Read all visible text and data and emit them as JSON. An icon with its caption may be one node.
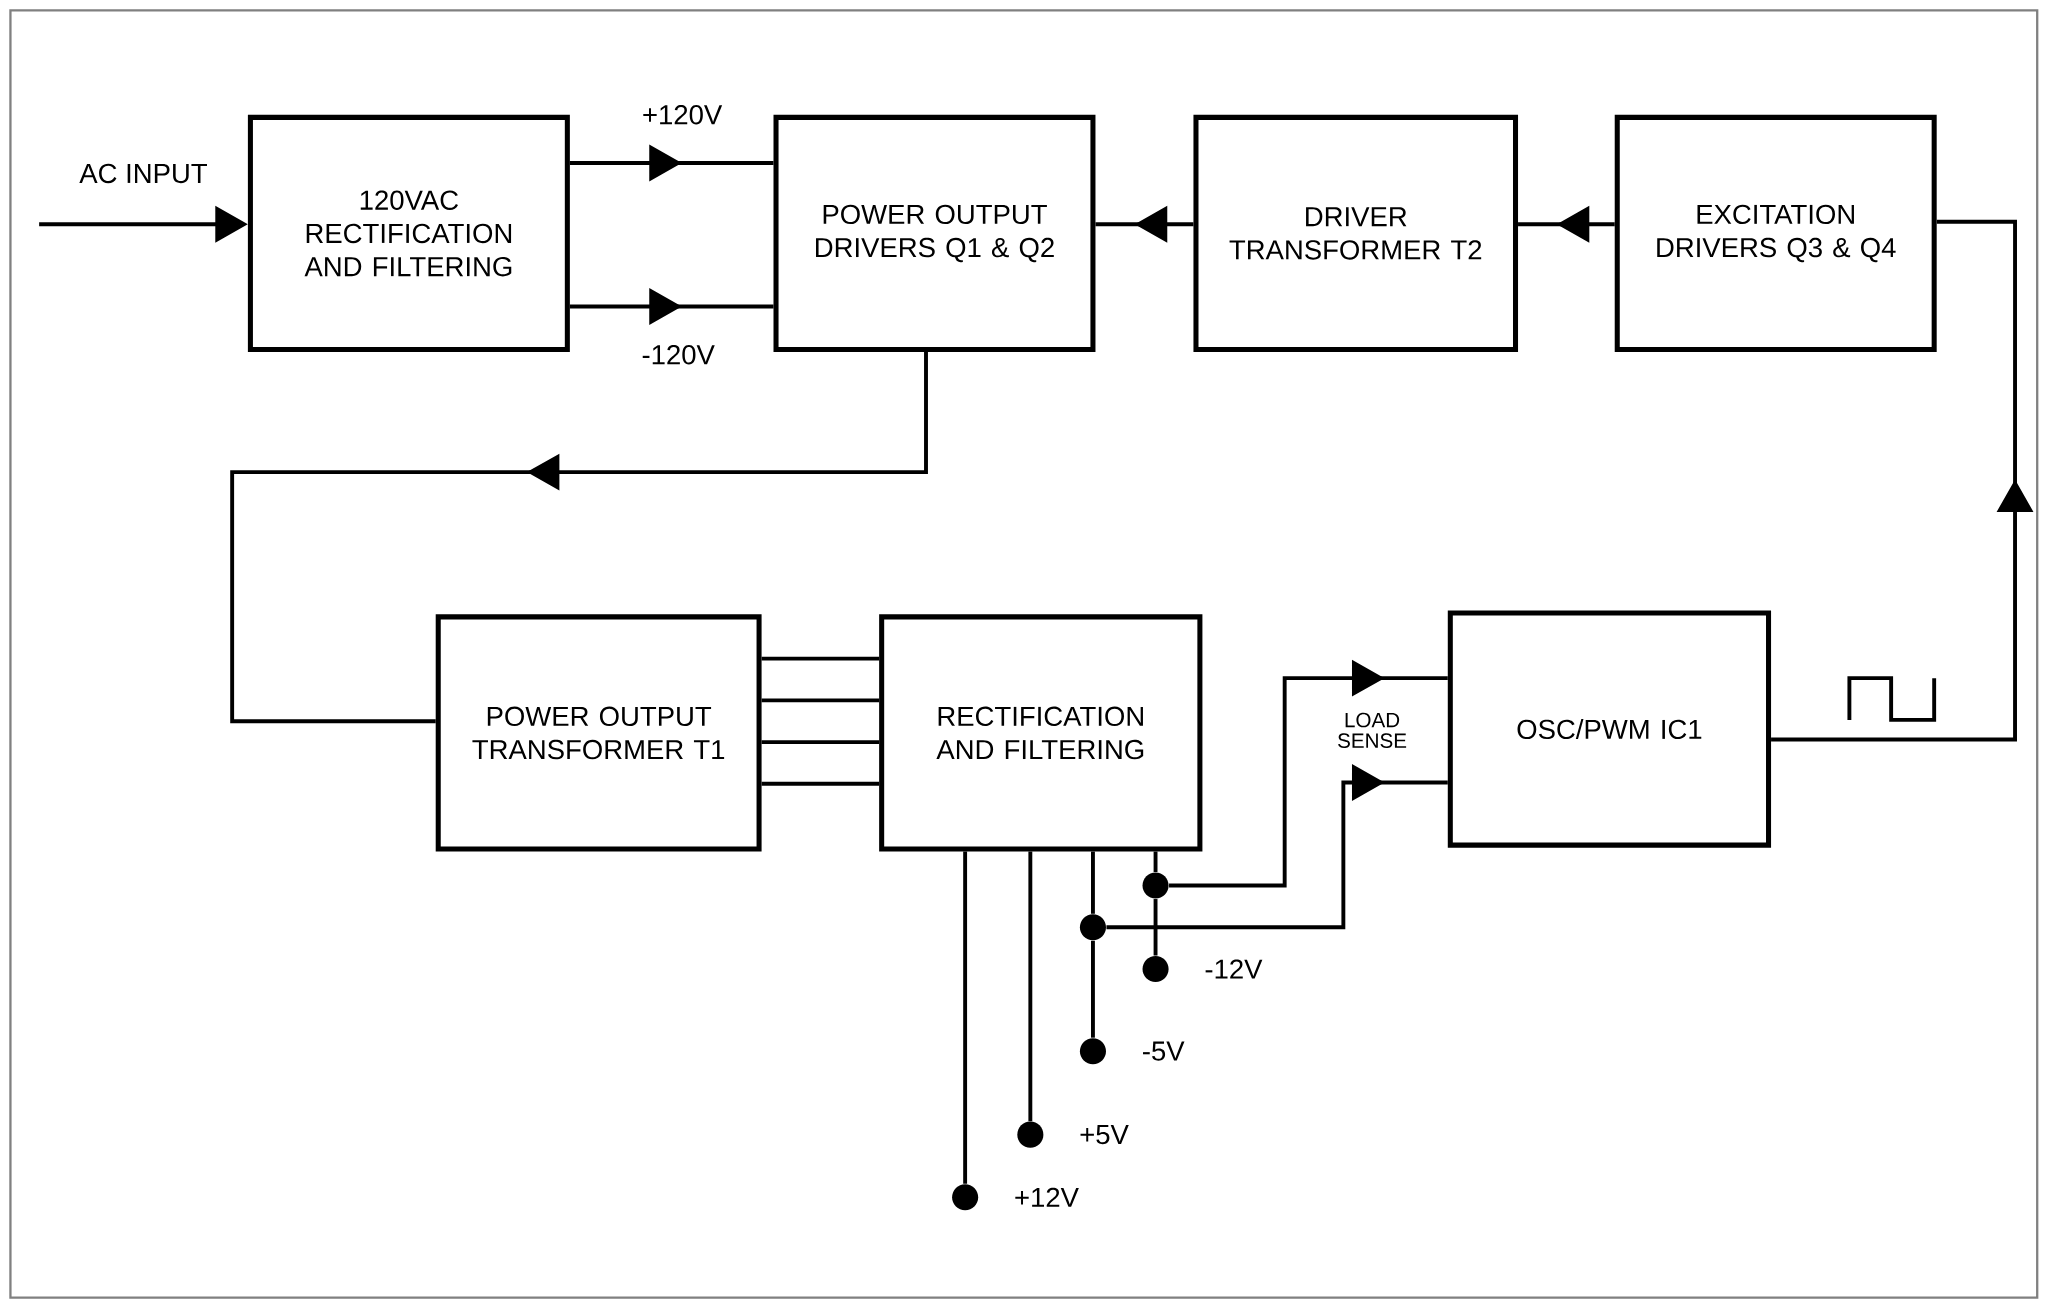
{
  "diagram": {
    "nodes": [
      {
        "text": [
          "120VAC RECTIFICATION AND FILTERING"
        ]
      },
      {
        "text": [
          "POWER OUTPUT DRIVERS Q1 & Q2"
        ]
      },
      {
        "text": [
          "DRIVER TRANSFORMER T2"
        ]
      },
      {
        "text": [
          "EXCITATION DRIVERS Q3 & Q4"
        ]
      },
      {
        "text": [
          "POWER OUTPUT TRANSFORMER T1"
        ]
      },
      {
        "text": [
          "RECTIFICATION AND FILTERING"
        ]
      },
      {
        "text": [
          "OSC/PWM IC1"
        ]
      },
      {
        "text": [],
        "shape": "circle"
      },
      {
        "text": [],
        "shape": "circle"
      },
      {
        "text": [],
        "shape": "circle",
        "beside": [
          "-12V"
        ]
      },
      {
        "text": [],
        "shape": "circle",
        "beside": [
          "-5V"
        ]
      },
      {
        "text": [],
        "shape": "circle",
        "beside": [
          "+5V"
        ]
      },
      {
        "text": [],
        "shape": "circle",
        "beside": [
          "+12V"
        ]
      }
    ],
    "edges": [
      {
        "from": null,
        "to": 0,
        "arrow": "to",
        "label": "AC INPUT"
      },
      {
        "from": 0,
        "to": 1,
        "arrow": "to",
        "label": "+120V"
      },
      {
        "from": 0,
        "to": 1,
        "arrow": "to",
        "label": "-120V"
      },
      {
        "from": 2,
        "to": 1,
        "arrow": "to"
      },
      {
        "from": 3,
        "to": 2,
        "arrow": "to"
      },
      {
        "from": 1,
        "to": 4,
        "arrow": "to"
      },
      {
        "from": 4,
        "to": 5,
        "arrow": "none"
      },
      {
        "from": 4,
        "to": 5,
        "arrow": "none"
      },
      {
        "from": 4,
        "to": 5,
        "arrow": "none"
      },
      {
        "from": 4,
        "to": 5,
        "arrow": "none"
      },
      {
        "from": 6,
        "to": 3,
        "arrow": "to"
      },
      {
        "from": 7,
        "to": 6,
        "arrow": "to"
      },
      {
        "from": 8,
        "to": 6,
        "arrow": "to"
      },
      {
        "from": 5,
        "to": 7,
        "arrow": "none"
      },
      {
        "from": 7,
        "to": 9,
        "arrow": "none"
      },
      {
        "from": 5,
        "to": 8,
        "arrow": "none"
      },
      {
        "from": 8,
        "to": 10,
        "arrow": "none"
      },
      {
        "from": 5,
        "to": 11,
        "arrow": "none"
      },
      {
        "from": 5,
        "to": 12,
        "arrow": "none"
      }
    ],
    "labels": [
      "LOAD SENSE"
    ]
  }
}
